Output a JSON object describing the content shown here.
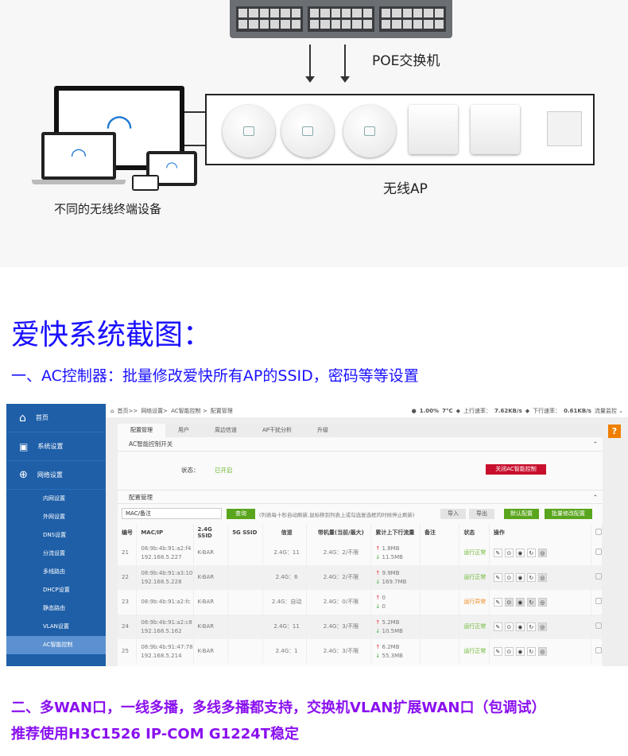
{
  "diagram": {
    "switch_label": "POE交换机",
    "ap_label": "无线AP",
    "devices_label": "不同的无线终端设备"
  },
  "title": "爱快系统截图：",
  "subtitle1": "一、AC控制器：批量修改爱快所有AP的SSID，密码等等设置",
  "screenshot": {
    "sidebar": {
      "main": [
        {
          "label": "首页",
          "icon": "home-icon"
        },
        {
          "label": "系统设置",
          "icon": "terminal-icon"
        },
        {
          "label": "网络设置",
          "icon": "globe-icon"
        }
      ],
      "sub": [
        "内网设置",
        "外网设置",
        "DNS设置",
        "分流设置",
        "多线路由",
        "DHCP设置",
        "静态路由",
        "VLAN设置",
        "AC智能控制"
      ]
    },
    "breadcrumb": [
      "首页>>",
      "网络设置>",
      "AC智能控制 >",
      "配置管理"
    ],
    "status": {
      "cpu": "1.00%",
      "temp": "7°C",
      "up_label": "上行速率：",
      "up": "7.62KB/s",
      "down_label": "下行速率：",
      "down": "0.61KB/s",
      "monitor": "流量监控"
    },
    "tabs": [
      "配置管理",
      "用户",
      "周边信道",
      "AP干扰分析",
      "升级"
    ],
    "help": "?",
    "ac_section": {
      "title": "AC智能控制开关",
      "status_label": "状态：",
      "status_value": "已开启",
      "toggle_button": "关闭AC智能控制"
    },
    "config_section": {
      "title": "配置管理",
      "search_value": "MAC/备注",
      "query_button": "查询",
      "hint": "(列表每十秒自动刷新,鼠标移到列表上或勾选复选框的时候停止刷新)",
      "import": "导入",
      "export": "导出",
      "default_config": "默认配置",
      "batch_edit": "批量修改配置"
    },
    "table": {
      "headers": [
        "编号",
        "MAC/IP",
        "2.4G SSID",
        "5G SSID",
        "信道",
        "带机量(当前/最大)",
        "累计上下行流量",
        "备注",
        "状态",
        "操作"
      ],
      "rows": [
        {
          "id": "21",
          "mac": "08:9b:4b:91:a2:f4",
          "ip": "192.168.5.227",
          "ssid24": "K-BAR",
          "ssid5": "",
          "channel": "2.4G：11",
          "load": "2.4G：2/不限",
          "up": "1.8MB",
          "down": "11.5MB",
          "note": "",
          "status": "运行正常",
          "ok": true
        },
        {
          "id": "22",
          "mac": "08:9b:4b:91:a3:10",
          "ip": "192.168.5.228",
          "ssid24": "K-BAR",
          "ssid5": "",
          "channel": "2.4G：6",
          "load": "2.4G：2/不限",
          "up": "9.9MB",
          "down": "169.7MB",
          "note": "",
          "status": "运行正常",
          "ok": true
        },
        {
          "id": "23",
          "mac": "08:9b:4b:91:a2:fc",
          "ip": "",
          "ssid24": "K-BAR",
          "ssid5": "",
          "channel": "2.4G：自动",
          "load": "2.4G：0/不限",
          "up": "0",
          "down": "0",
          "note": "",
          "status": "运行异常",
          "ok": false
        },
        {
          "id": "24",
          "mac": "08:9b:4b:91:a2:c8",
          "ip": "192.168.5.162",
          "ssid24": "K-BAR",
          "ssid5": "",
          "channel": "2.4G：11",
          "load": "2.4G：3/不限",
          "up": "5.2MB",
          "down": "10.5MB",
          "note": "",
          "status": "运行正常",
          "ok": true
        },
        {
          "id": "25",
          "mac": "08:9b:4b:91:47:78",
          "ip": "192.168.5.214",
          "ssid24": "K-BAR",
          "ssid5": "",
          "channel": "2.4G：1",
          "load": "2.4G：3/不限",
          "up": "6.2MB",
          "down": "55.3MB",
          "note": "",
          "status": "运行正常",
          "ok": true
        }
      ]
    }
  },
  "subtitle2": "二、多WAN口，一线多播，多线多播都支持，交换机VLAN扩展WAN口（包调试）",
  "subtitle3": "推荐使用H3C1526 IP-COM G1224T稳定",
  "colors": {
    "title": "#1a10ff",
    "purple": "#8a10f0",
    "sidebar": "#1e5fa8",
    "green": "#5aa51e",
    "red": "#c8102e"
  }
}
